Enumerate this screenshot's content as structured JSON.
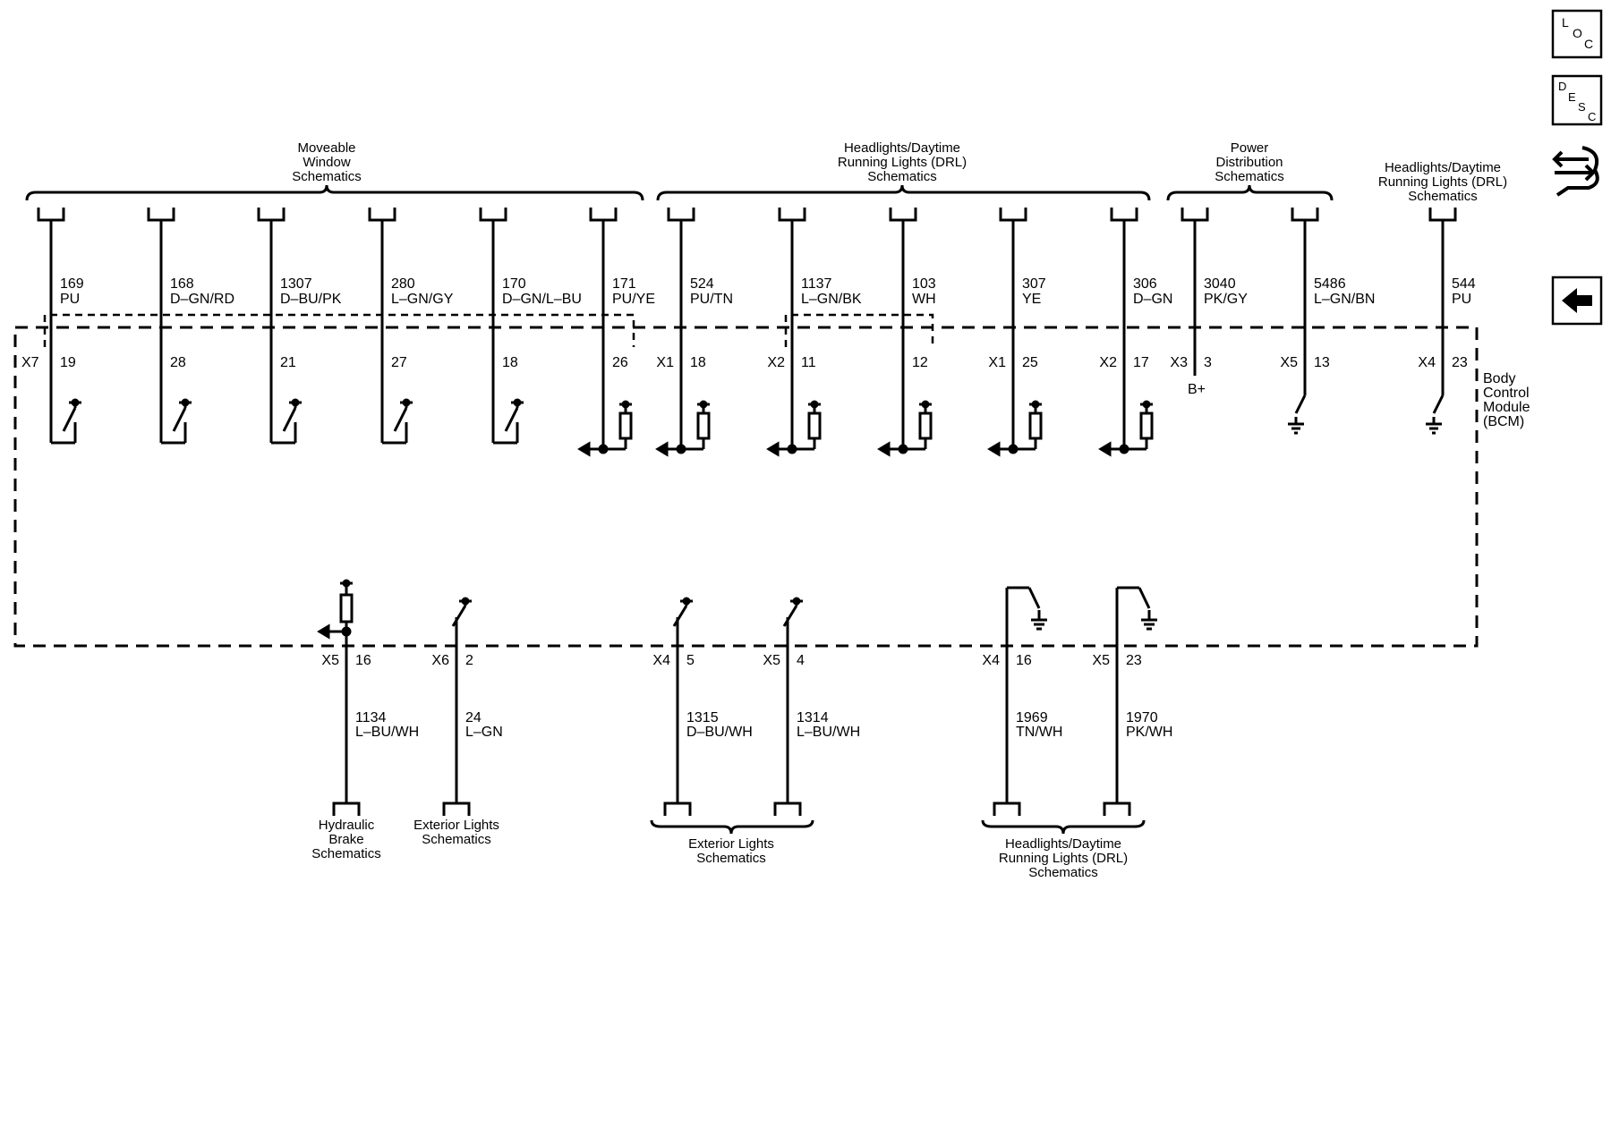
{
  "module": {
    "label": [
      "Body",
      "Control",
      "Module",
      "(BCM)"
    ]
  },
  "top_groups": [
    {
      "lines": [
        "Moveable",
        "Window",
        "Schematics"
      ]
    },
    {
      "lines": [
        "Headlights/Daytime",
        "Running Lights (DRL)",
        "Schematics"
      ]
    },
    {
      "lines": [
        "Power",
        "Distribution",
        "Schematics"
      ]
    },
    {
      "lines": [
        "Headlights/Daytime",
        "Running Lights (DRL)",
        "Schematics"
      ]
    }
  ],
  "top_circuits": [
    {
      "circuit": "169",
      "color": "PU",
      "pin": "19",
      "internal": "switch"
    },
    {
      "circuit": "168",
      "color": "D–GN/RD",
      "pin": "28",
      "internal": "switch"
    },
    {
      "circuit": "1307",
      "color": "D–BU/PK",
      "pin": "21",
      "internal": "switch"
    },
    {
      "circuit": "280",
      "color": "L–GN/GY",
      "pin": "27",
      "internal": "switch"
    },
    {
      "circuit": "170",
      "color": "D–GN/L–BU",
      "pin": "18",
      "internal": "switch"
    },
    {
      "circuit": "171",
      "color": "PU/YE",
      "pin": "26",
      "internal": "pullup"
    },
    {
      "circuit": "524",
      "color": "PU/TN",
      "connector": "X1",
      "pin": "18",
      "internal": "pullup"
    },
    {
      "circuit": "1137",
      "color": "L–GN/BK",
      "connector": "X2",
      "pin": "11",
      "internal": "pullup"
    },
    {
      "circuit": "103",
      "color": "WH",
      "pin": "12",
      "internal": "pullup"
    },
    {
      "circuit": "307",
      "color": "YE",
      "connector": "X1",
      "pin": "25",
      "internal": "pullup"
    },
    {
      "circuit": "306",
      "color": "D–GN",
      "connector": "X2",
      "pin": "17",
      "internal": "pullup"
    },
    {
      "circuit": "3040",
      "color": "PK/GY",
      "connector": "X3",
      "pin": "3",
      "internal": "bplus",
      "note": "B+"
    },
    {
      "circuit": "5486",
      "color": "L–GN/BN",
      "connector": "X5",
      "pin": "13",
      "internal": "ground"
    },
    {
      "circuit": "544",
      "color": "PU",
      "connector": "X4",
      "pin": "23",
      "internal": "ground"
    }
  ],
  "x7_label": "X7",
  "bottom_circuits": [
    {
      "connector": "X5",
      "pin": "16",
      "circuit": "1134",
      "color": "L–BU/WH",
      "internal": "pullup"
    },
    {
      "connector": "X6",
      "pin": "2",
      "circuit": "24",
      "color": "L–GN",
      "internal": "switch"
    },
    {
      "connector": "X4",
      "pin": "5",
      "circuit": "1315",
      "color": "D–BU/WH",
      "internal": "switch"
    },
    {
      "connector": "X5",
      "pin": "4",
      "circuit": "1314",
      "color": "L–BU/WH",
      "internal": "switch"
    },
    {
      "connector": "X4",
      "pin": "16",
      "circuit": "1969",
      "color": "TN/WH",
      "internal": "lowside"
    },
    {
      "connector": "X5",
      "pin": "23",
      "circuit": "1970",
      "color": "PK/WH",
      "internal": "lowside"
    }
  ],
  "bottom_groups": [
    {
      "lines": [
        "Hydraulic",
        "Brake",
        "Schematics"
      ]
    },
    {
      "lines": [
        "Exterior Lights",
        "Schematics"
      ]
    },
    {
      "lines": [
        "Exterior Lights",
        "Schematics"
      ]
    },
    {
      "lines": [
        "Headlights/Daytime",
        "Running Lights (DRL)",
        "Schematics"
      ]
    }
  ],
  "nav": {
    "loc_icon": "loc-icon",
    "desc_icon": "desc-icon",
    "connector_icon": "connector-tool-icon",
    "back_icon": "back-arrow-icon",
    "loc_letters": [
      "L",
      "O",
      "C"
    ],
    "desc_letters": [
      "D",
      "E",
      "S",
      "C"
    ]
  }
}
